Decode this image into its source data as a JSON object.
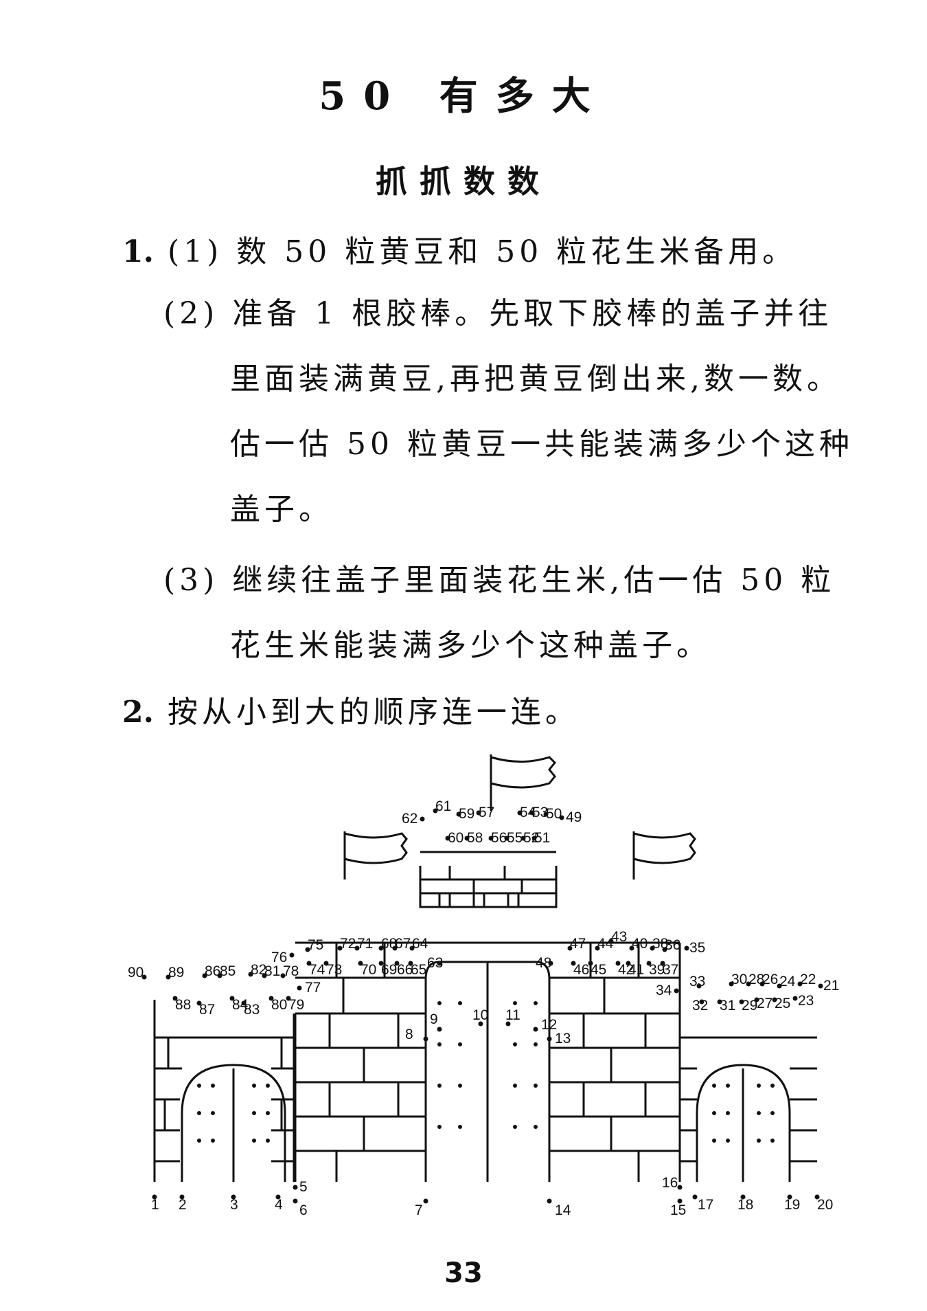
{
  "page": {
    "title": "50 有多大",
    "subtitle": "抓抓数数",
    "page_number": "33"
  },
  "q1": {
    "number": "1.",
    "part1": "(1) 数 50 粒黄豆和 50 粒花生米备用。",
    "part2_line1": "(2) 准备 1 根胶棒。先取下胶棒的盖子并往",
    "part2_line2": "里面装满黄豆,再把黄豆倒出来,数一数。",
    "part2_line3": "估一估 50 粒黄豆一共能装满多少个这种",
    "part2_line4": "盖子。",
    "part3_line1": "(3) 继续往盖子里面装花生米,估一估 50 粒",
    "part3_line2": "花生米能装满多少个这种盖子。"
  },
  "q2": {
    "number": "2.",
    "text": "按从小到大的顺序连一连。"
  },
  "dot_labels": [
    "1",
    "2",
    "3",
    "4",
    "5",
    "6",
    "7",
    "8",
    "9",
    "10",
    "11",
    "12",
    "13",
    "14",
    "15",
    "16",
    "17",
    "18",
    "19",
    "20",
    "21",
    "22",
    "23",
    "24",
    "25",
    "26",
    "27",
    "28",
    "29",
    "30",
    "31",
    "32",
    "33",
    "34",
    "35",
    "36",
    "37",
    "38",
    "39",
    "40",
    "41",
    "42",
    "43",
    "44",
    "45",
    "46",
    "47",
    "48",
    "49",
    "50",
    "51",
    "52",
    "53",
    "54",
    "55",
    "56",
    "57",
    "58",
    "59",
    "60",
    "61",
    "62",
    "63",
    "64",
    "65",
    "66",
    "67",
    "68",
    "69",
    "70",
    "71",
    "72",
    "73",
    "74",
    "75",
    "76",
    "77",
    "78",
    "79",
    "80",
    "81",
    "82",
    "83",
    "84",
    "85",
    "86",
    "87",
    "88",
    "89",
    "90"
  ],
  "colors": {
    "ink": "#111111",
    "paper": "#ffffff"
  }
}
